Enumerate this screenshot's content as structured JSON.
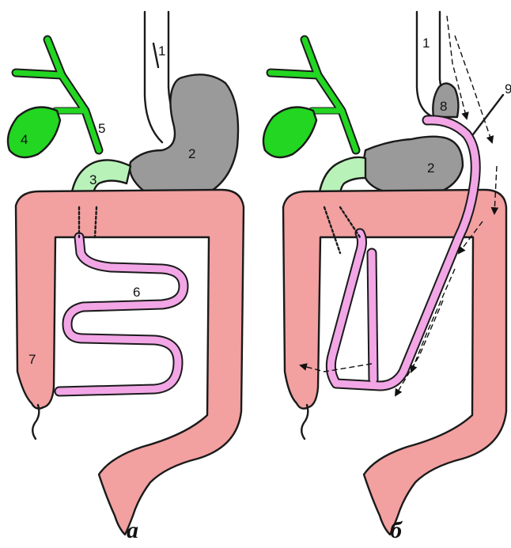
{
  "colors": {
    "bile_duct": "#22d622",
    "gallbladder": "#22d622",
    "duodenum": "#b8f2b8",
    "stomach": "#9a9a9a",
    "colon": "#f2a0a0",
    "small_intestine": "#f2a6e6",
    "esophagus": "#ffffff"
  },
  "panels": [
    {
      "label": "а",
      "numbers": {
        "n1": "1",
        "n2": "2",
        "n3": "3",
        "n4": "4",
        "n5": "5",
        "n6": "6",
        "n7": "7"
      }
    },
    {
      "label": "б",
      "numbers": {
        "n1": "1",
        "n2": "2",
        "n8": "8",
        "n9": "9"
      }
    }
  ]
}
